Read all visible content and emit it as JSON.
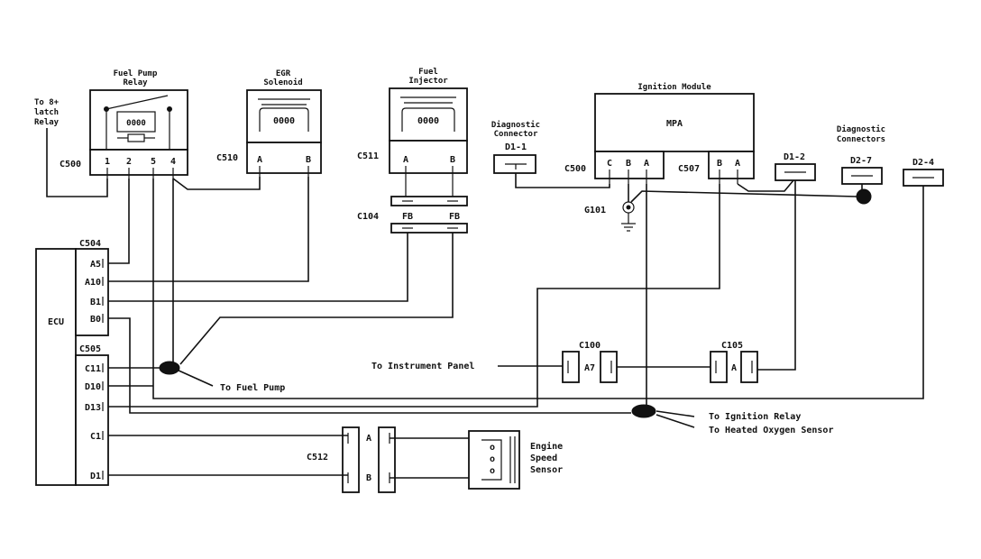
{
  "components": {
    "fuel_pump_relay": {
      "title_line1": "Fuel Pump",
      "title_line2": "Relay",
      "connector": "C500",
      "pins": [
        "1",
        "2",
        "5",
        "4"
      ]
    },
    "to_latch_relay": {
      "line1": "To 8+",
      "line2": "latch",
      "line3": "Relay"
    },
    "egr_solenoid": {
      "title_line1": "EGR",
      "title_line2": "Solenoid",
      "connector": "C510",
      "pins": [
        "A",
        "B"
      ]
    },
    "fuel_injector": {
      "title_line1": "Fuel",
      "title_line2": "Injector",
      "connector": "C511",
      "pins": [
        "A",
        "B"
      ]
    },
    "c104": {
      "connector": "C104",
      "pins": [
        "FB",
        "FB"
      ]
    },
    "diag_connector_1": {
      "title_line1": "Diagnostic",
      "title_line2": "Connector",
      "id": "D1-1"
    },
    "ignition_module": {
      "title": "Ignition Module",
      "inner": "MPA",
      "connector_left": "C500",
      "pins_left": [
        "C",
        "B",
        "A"
      ],
      "connector_right": "C507",
      "pins_right": [
        "B",
        "A"
      ]
    },
    "diag_connectors": {
      "title_line1": "Diagnostic",
      "title_line2": "Connectors",
      "ids": [
        "D1-2",
        "D2-7",
        "D2-4"
      ]
    },
    "ground": {
      "id": "G101"
    },
    "ecu": {
      "label": "ECU",
      "connector_top": "C504",
      "pins_top": [
        "A5",
        "A10",
        "B1",
        "B0"
      ],
      "connector_bottom": "C505",
      "pins_bottom": [
        "C11",
        "D10",
        "D13",
        "C1",
        "D1"
      ]
    },
    "c100": {
      "connector": "C100",
      "pin": "A7"
    },
    "c105": {
      "connector": "C105",
      "pin": "A"
    },
    "c512": {
      "connector": "C512",
      "pins": [
        "A",
        "B"
      ]
    },
    "engine_speed_sensor": {
      "line1": "Engine",
      "line2": "Speed",
      "line3": "Sensor"
    }
  },
  "labels": {
    "to_instrument_panel": "To Instrument Panel",
    "to_fuel_pump": "To Fuel Pump",
    "to_ignition_relay": "To Ignition Relay",
    "to_heated_oxygen_sensor": "To Heated Oxygen Sensor"
  }
}
